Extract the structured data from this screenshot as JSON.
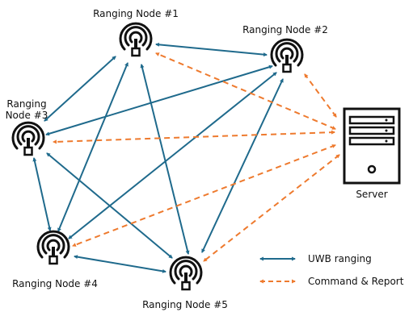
{
  "colors": {
    "uwb": "#1f6a8c",
    "command": "#ee7a2e",
    "icon": "#111111"
  },
  "nodes": [
    {
      "id": "n1",
      "label": "Ranging Node #1",
      "icon": "antenna-icon"
    },
    {
      "id": "n2",
      "label": "Ranging Node #2",
      "icon": "antenna-icon"
    },
    {
      "id": "n3",
      "label_lines": [
        "Ranging",
        "Node #3"
      ],
      "icon": "antenna-icon"
    },
    {
      "id": "n4",
      "label": "Ranging Node #4",
      "icon": "antenna-icon"
    },
    {
      "id": "n5",
      "label": "Ranging Node #5",
      "icon": "antenna-icon"
    }
  ],
  "server": {
    "label": "Server",
    "icon": "server-icon"
  },
  "legend": {
    "uwb_label": "UWB ranging",
    "command_label": "Command & Report"
  }
}
